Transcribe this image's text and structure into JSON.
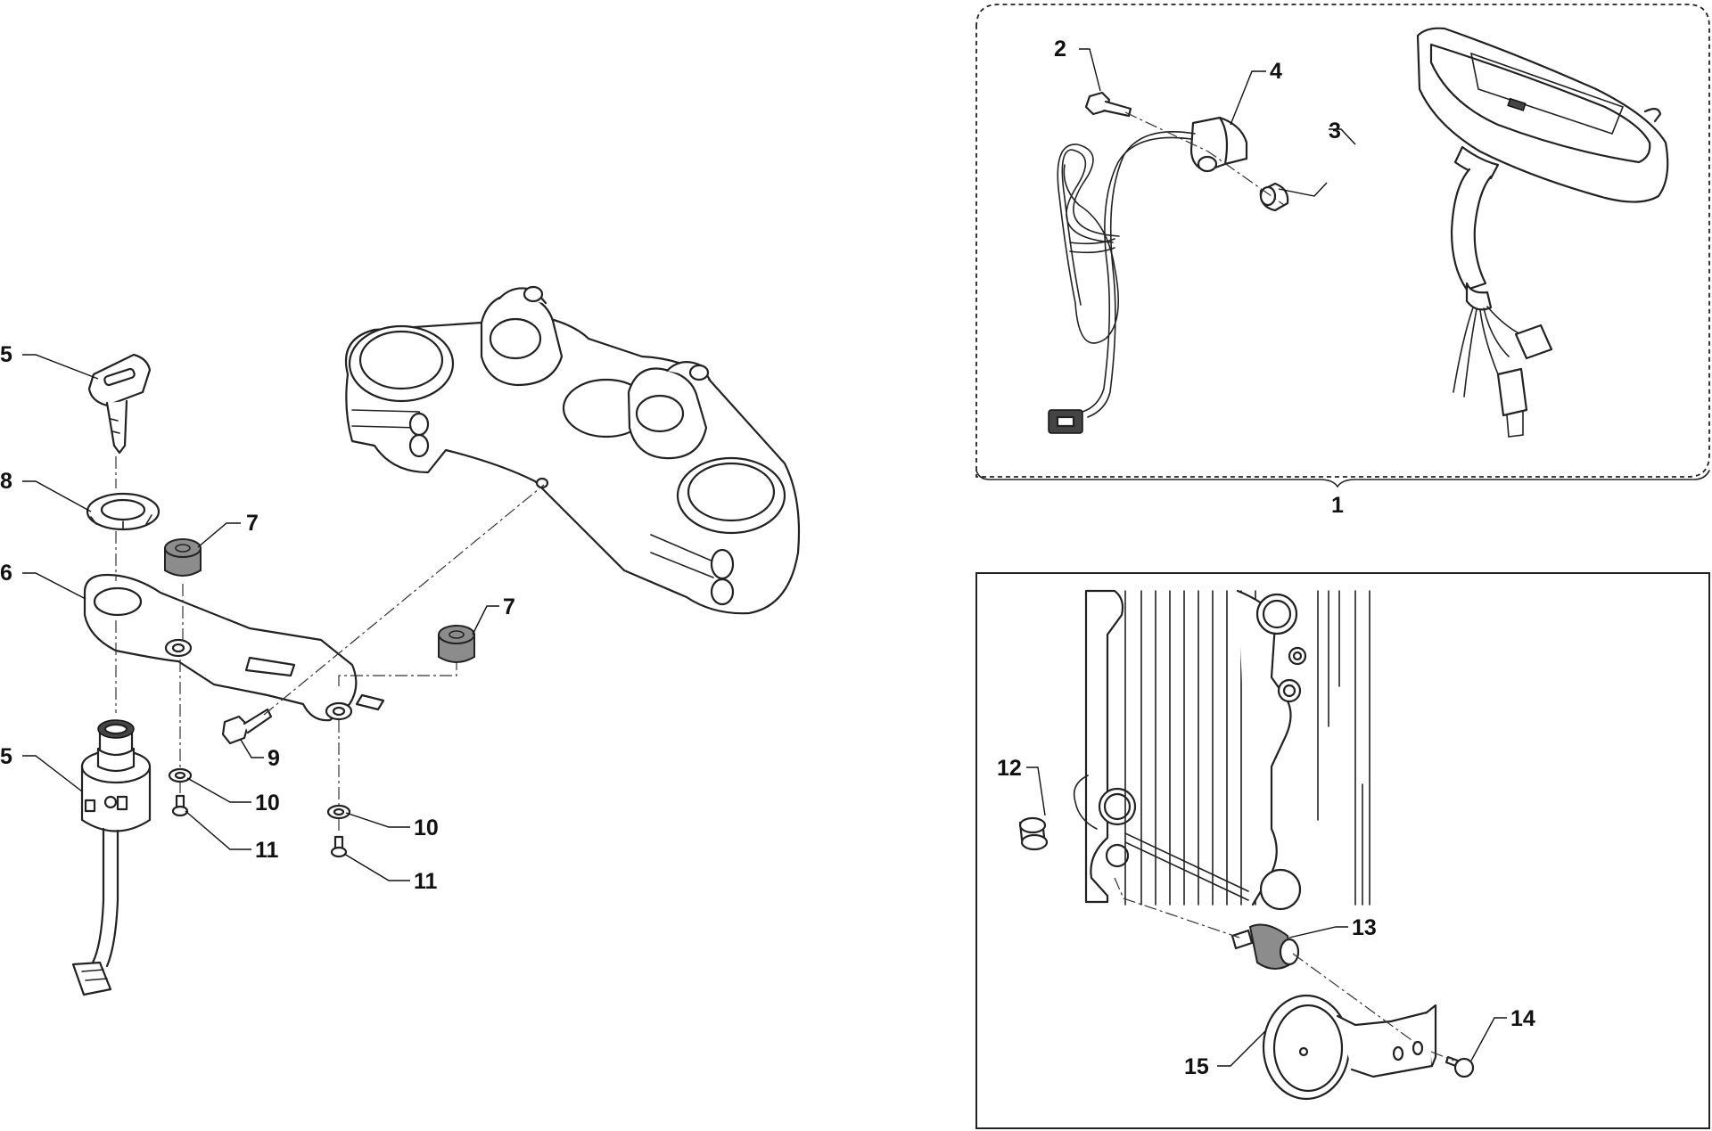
{
  "diagram": {
    "kind": "exploded-parts-view",
    "callouts": {
      "c1": "1",
      "c2": "2",
      "c3": "3",
      "c4": "4",
      "c5_key": "5",
      "c5_switch": "5",
      "c6": "6",
      "c7_upper": "7",
      "c7_lower": "7",
      "c8": "8",
      "c9": "9",
      "c10_left": "10",
      "c10_right": "10",
      "c11_left": "11",
      "c11_right": "11",
      "c12": "12",
      "c13": "13",
      "c14": "14",
      "c15": "15"
    }
  }
}
